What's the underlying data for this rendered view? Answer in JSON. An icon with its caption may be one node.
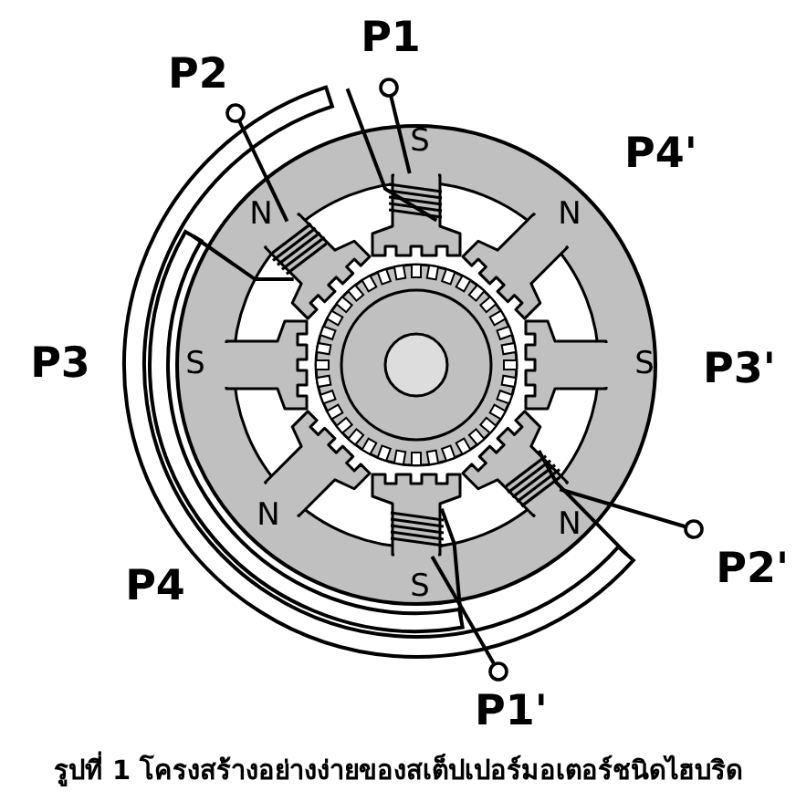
{
  "diagram": {
    "caption": "รูปที่ 1 โครงสร้างอย่างง่ายของสเต็ปเปอร์มอเตอร์ชนิดไฮบริด",
    "nodes": [
      {
        "text": [
          "P1"
        ]
      },
      {
        "text": [
          "P2"
        ]
      },
      {
        "text": [],
        "shape": "coil"
      },
      {
        "text": [],
        "shape": "coil"
      },
      {
        "text": [],
        "shape": "coil"
      },
      {
        "text": [],
        "shape": "coil"
      },
      {
        "text": [
          "P2'"
        ]
      },
      {
        "text": [
          "P1'"
        ]
      }
    ],
    "edges": [
      {
        "from": 0,
        "to": 2,
        "arrow": "other"
      },
      {
        "from": 1,
        "to": 3,
        "arrow": "other"
      },
      {
        "from": 6,
        "to": 4,
        "arrow": "other"
      },
      {
        "from": 7,
        "to": 5,
        "arrow": "other"
      }
    ],
    "labels": [
      "S",
      "P4'",
      "N",
      "N",
      "P3",
      "S",
      "S",
      "P3'",
      "N",
      "N",
      "P4",
      "S"
    ]
  }
}
